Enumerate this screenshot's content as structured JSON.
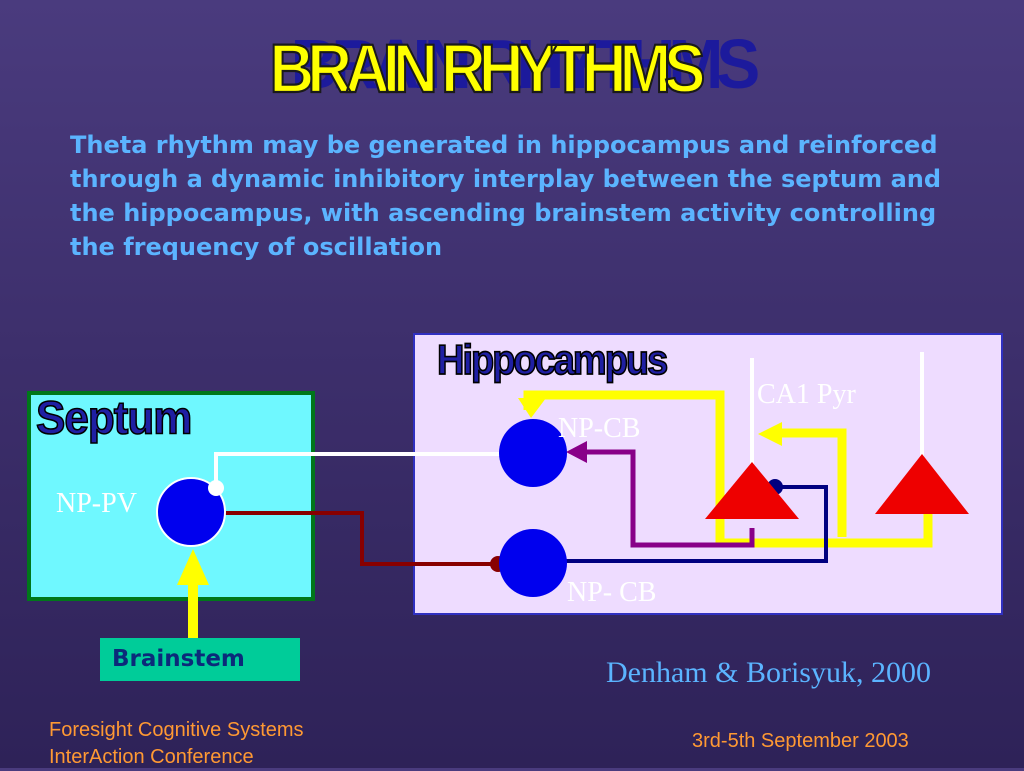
{
  "slide": {
    "title": "BRAIN RHYTHMS",
    "description": "Theta rhythm may be generated in hippocampus and reinforced through a dynamic inhibitory interplay between the septum and the hippocampus, with ascending brainstem activity controlling the frequency of oscillation",
    "citation": "Denham & Borisyuk,  2000"
  },
  "diagram": {
    "septum_label": "Septum",
    "hippocampus_label": "Hippocampus",
    "np_pv_label": "NP-PV",
    "np_cb_top_label": "NP-CB",
    "np_cb_bottom_label": "NP- CB",
    "ca1_label": "CA1 Pyr",
    "brainstem_label": "Brainstem"
  },
  "footer": {
    "left_line1": "Foresight Cognitive Systems",
    "left_line2": "InterAction Conference",
    "right": "3rd-5th September 2003"
  },
  "colors": {
    "background": "#3d2f6c",
    "title": "#ffff00",
    "text_blue": "#5bb4ff",
    "septum_fill": "#6ff8ff",
    "hippocampus_fill": "#eedcff",
    "neuron_blue": "#0000ee",
    "pyramidal_red": "#ee0000",
    "pathway_yellow": "#ffff00",
    "footer": "#ff9933"
  }
}
